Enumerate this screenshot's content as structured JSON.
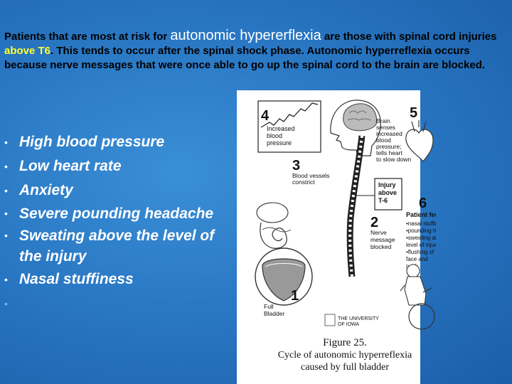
{
  "intro": {
    "part1": "Patients that are most at risk for ",
    "highlight": "autonomic hypererflexia",
    "part2": " are those with spinal cord injuries ",
    "yellow": "above T6",
    "part3": ". This tends to occur after the spinal shock phase. Autonomic hyperreflexia occurs because nerve messages that were once able to go up the spinal cord to the brain are blocked."
  },
  "bullets": [
    "High blood pressure",
    "Low heart rate",
    "Anxiety",
    "Severe pounding headache",
    "Sweating above the level of the injury",
    "Nasal stuffiness"
  ],
  "bullet_glyph": "•",
  "diagram": {
    "step4": "4",
    "step4_text": [
      "Increased",
      "blood",
      "pressure"
    ],
    "step5": "5",
    "brain_text": [
      "Brain",
      "senses",
      "increased",
      "blood",
      "pressure;",
      "tells heart",
      "to slow down"
    ],
    "step3": "3",
    "step3_text": [
      "Blood vessels",
      "constrict"
    ],
    "injury_text": [
      "Injury",
      "above",
      "T-6"
    ],
    "step6": "6",
    "step2": "2",
    "step2_text": [
      "Nerve",
      "message",
      "blocked"
    ],
    "feels_title": "Patient feels:",
    "feels": [
      "•nasal stuffiness",
      "•pounding headache",
      "•sweating above",
      " level of injury",
      "•flushing of",
      " face and",
      " neck"
    ],
    "step1": "1",
    "step1_text": [
      "Full",
      "Bladder"
    ],
    "logo": [
      "THE UNIVERSITY",
      "OF IOWA"
    ]
  },
  "caption": {
    "figure": "Figure 25.",
    "line1": "Cycle of autonomic hyperreflexia",
    "line2": "caused by full bladder"
  }
}
